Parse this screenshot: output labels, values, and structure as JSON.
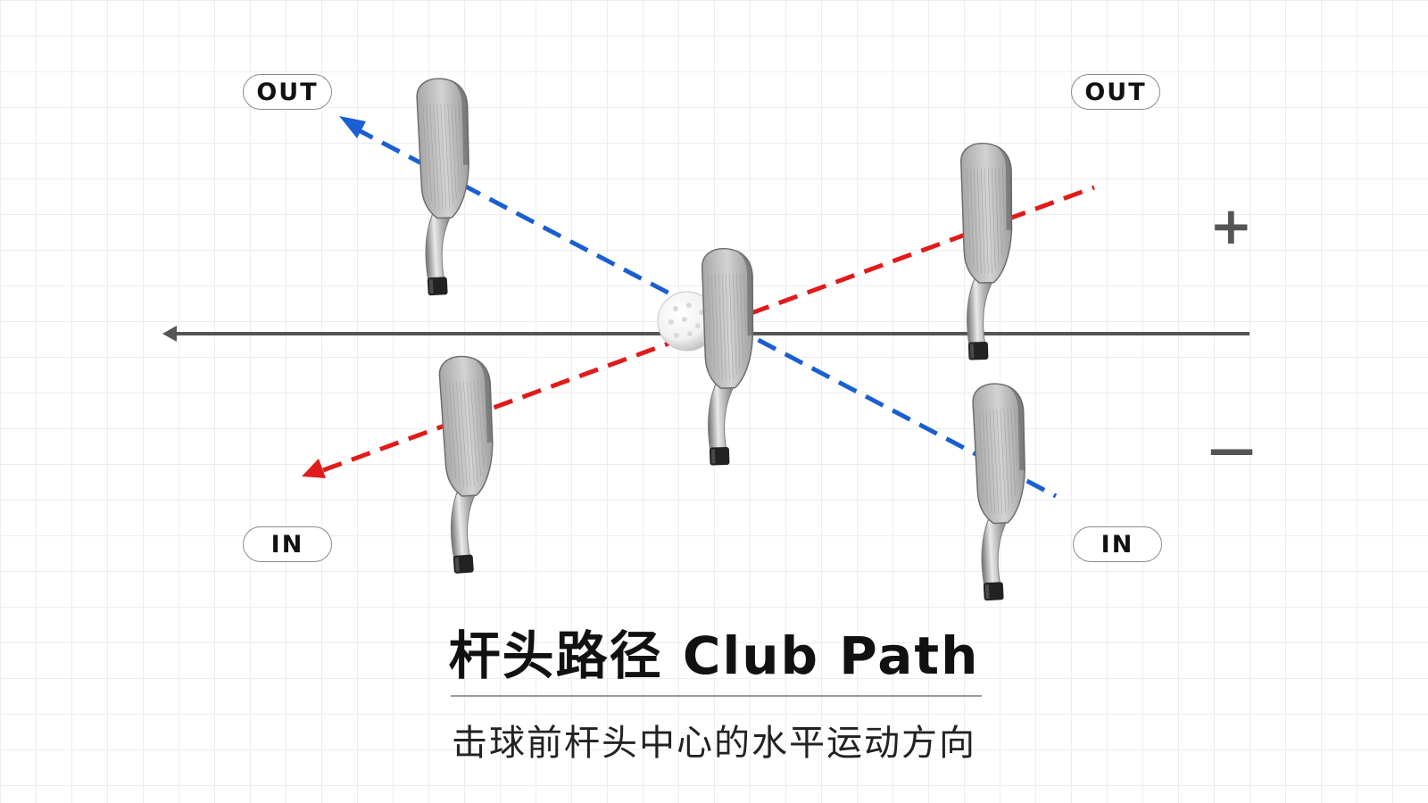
{
  "labels": {
    "out_left": "OUT",
    "out_right": "OUT",
    "in_left": "IN",
    "in_right": "IN",
    "plus": "+",
    "minus": "—"
  },
  "title": "杆头路径 Club Path",
  "subtitle": "击球前杆头中心的水平运动方向",
  "colors": {
    "out_to_in_path": "#1a5fd1",
    "in_to_out_path": "#e01b1b",
    "target_line": "#555555",
    "grid": "#ededed"
  },
  "icons": [
    "golf-iron-club-icon",
    "golf-ball-icon"
  ]
}
